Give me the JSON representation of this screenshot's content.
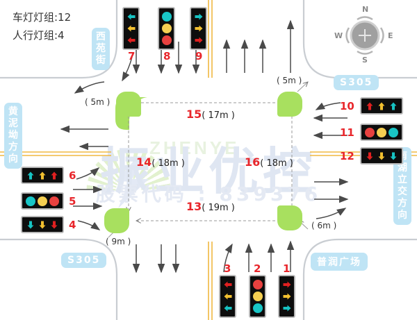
{
  "header": {
    "vehicle_light_groups": "车灯灯组:12",
    "pedestrian_light_groups": "人行灯组:4"
  },
  "compass": {
    "north": "N",
    "south": "S",
    "east": "E",
    "west": "W"
  },
  "watermark": {
    "cn": "振业优控",
    "code": "股票代码 : 839376",
    "en": "ZHENYE"
  },
  "place_labels": {
    "north_street": "西苑街",
    "west_direction": "黄泥坳方向",
    "east_direction": "南湖立交方向",
    "route_top_right": "S305",
    "route_bottom_left": "S305",
    "southeast_plaza": "普润广场"
  },
  "dimensions": {
    "top": {
      "id": "15",
      "value": "( 17m )"
    },
    "left": {
      "id": "14",
      "value": "( 18m )"
    },
    "right": {
      "id": "16",
      "value": "( 18m )"
    },
    "bottom": {
      "id": "13",
      "value": "( 19m )"
    },
    "corner_top_left": "( 5m )",
    "corner_top_right": "( 5m )",
    "corner_bottom_left": "( 9m )",
    "corner_bottom_right": "( 6m )"
  },
  "traffic_lights": [
    {
      "id": "1",
      "label": "1",
      "orientation": "vertical",
      "position": "south-approach-right",
      "aspects": [
        {
          "color": "#e02020",
          "shape": "arrow-right"
        },
        {
          "color": "#f2c030",
          "shape": "arrow-right"
        },
        {
          "color": "#17c3c3",
          "shape": "arrow-right"
        }
      ]
    },
    {
      "id": "2",
      "label": "2",
      "orientation": "vertical",
      "position": "south-approach-through",
      "aspects": [
        {
          "color": "#e8413f",
          "shape": "circle"
        },
        {
          "color": "#f5cf52",
          "shape": "circle"
        },
        {
          "color": "#19c6c6",
          "shape": "circle"
        }
      ]
    },
    {
      "id": "3",
      "label": "3",
      "orientation": "vertical",
      "position": "south-approach-left",
      "aspects": [
        {
          "color": "#e02020",
          "shape": "arrow-left"
        },
        {
          "color": "#f2c030",
          "shape": "arrow-left"
        },
        {
          "color": "#17c3c3",
          "shape": "arrow-left"
        }
      ]
    },
    {
      "id": "4",
      "label": "4",
      "orientation": "horizontal",
      "position": "west-approach-lower",
      "aspects": [
        {
          "color": "#17c3c3",
          "shape": "arrow-down"
        },
        {
          "color": "#f2c030",
          "shape": "arrow-down"
        },
        {
          "color": "#e02020",
          "shape": "arrow-down"
        }
      ]
    },
    {
      "id": "5",
      "label": "5",
      "orientation": "horizontal",
      "position": "west-approach-middle",
      "aspects": [
        {
          "color": "#19c6c6",
          "shape": "circle"
        },
        {
          "color": "#f5cf52",
          "shape": "circle"
        },
        {
          "color": "#e8413f",
          "shape": "circle"
        }
      ]
    },
    {
      "id": "6",
      "label": "6",
      "orientation": "horizontal",
      "position": "west-approach-upper",
      "aspects": [
        {
          "color": "#17c3c3",
          "shape": "arrow-up"
        },
        {
          "color": "#f2c030",
          "shape": "arrow-up"
        },
        {
          "color": "#e02020",
          "shape": "arrow-up"
        }
      ]
    },
    {
      "id": "7",
      "label": "7",
      "orientation": "vertical",
      "position": "north-approach-left",
      "aspects": [
        {
          "color": "#17c3c3",
          "shape": "arrow-left"
        },
        {
          "color": "#f2c030",
          "shape": "arrow-left"
        },
        {
          "color": "#e02020",
          "shape": "arrow-left"
        }
      ]
    },
    {
      "id": "8",
      "label": "8",
      "orientation": "vertical",
      "position": "north-approach-through",
      "aspects": [
        {
          "color": "#19c6c6",
          "shape": "circle"
        },
        {
          "color": "#f5cf52",
          "shape": "circle"
        },
        {
          "color": "#e8413f",
          "shape": "circle"
        }
      ]
    },
    {
      "id": "9",
      "label": "9",
      "orientation": "vertical",
      "position": "north-approach-right",
      "aspects": [
        {
          "color": "#17c3c3",
          "shape": "arrow-right"
        },
        {
          "color": "#f2c030",
          "shape": "arrow-right"
        },
        {
          "color": "#e02020",
          "shape": "arrow-right"
        }
      ]
    },
    {
      "id": "10",
      "label": "10",
      "orientation": "horizontal",
      "position": "east-approach-upper",
      "aspects": [
        {
          "color": "#e02020",
          "shape": "arrow-up"
        },
        {
          "color": "#f2c030",
          "shape": "arrow-up"
        },
        {
          "color": "#17c3c3",
          "shape": "arrow-up"
        }
      ]
    },
    {
      "id": "11",
      "label": "11",
      "orientation": "horizontal",
      "position": "east-approach-middle",
      "aspects": [
        {
          "color": "#e8413f",
          "shape": "circle"
        },
        {
          "color": "#f5cf52",
          "shape": "circle"
        },
        {
          "color": "#19c6c6",
          "shape": "circle"
        }
      ]
    },
    {
      "id": "12",
      "label": "12",
      "orientation": "horizontal",
      "position": "east-approach-lower",
      "aspects": [
        {
          "color": "#e02020",
          "shape": "arrow-down"
        },
        {
          "color": "#f2c030",
          "shape": "arrow-down"
        },
        {
          "color": "#17c3c3",
          "shape": "arrow-down"
        }
      ]
    }
  ],
  "colors": {
    "island": "#a8e05f",
    "road": "#c9cdd2",
    "center_line": "#f0b840",
    "label_pill": "#bfe4f5",
    "number_red": "#e8262b"
  }
}
